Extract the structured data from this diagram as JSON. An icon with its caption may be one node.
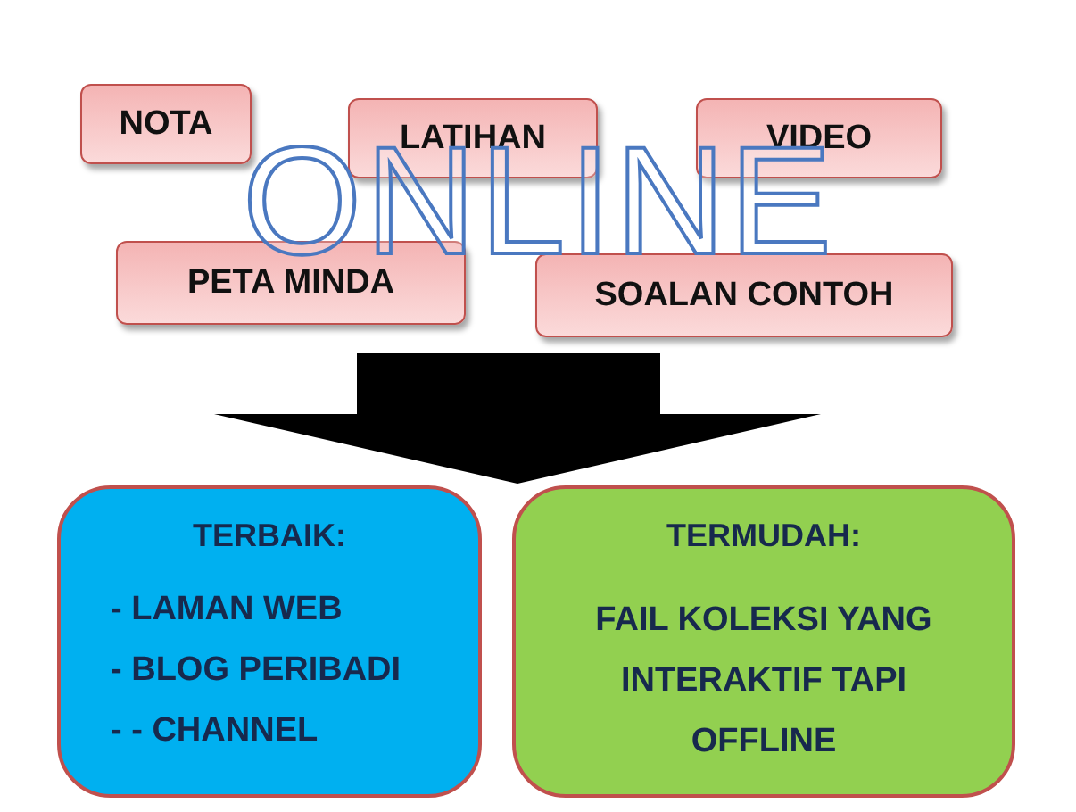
{
  "diagram": {
    "nodes": [
      {
        "text": [
          "NOTA"
        ]
      },
      {
        "text": [
          "LATIHAN"
        ]
      },
      {
        "text": [
          "VIDEO"
        ]
      },
      {
        "text": [
          "PETA MINDA"
        ]
      },
      {
        "text": [
          "SOALAN CONTOH"
        ]
      },
      {
        "text": [
          "TERBAIK:",
          "- LAMAN WEB",
          "- BLOG PERIBADI",
          "- - CHANNEL"
        ]
      },
      {
        "text": [
          "TERMUDAH:",
          "FAIL KOLEKSI YANG INTERAKTIF TAPI OFFLINE"
        ]
      }
    ],
    "edges": [
      {
        "from": null,
        "to": 5,
        "arrow": "to"
      },
      {
        "from": null,
        "to": 6,
        "arrow": "to"
      }
    ],
    "labels": [
      "ONLINE"
    ]
  }
}
